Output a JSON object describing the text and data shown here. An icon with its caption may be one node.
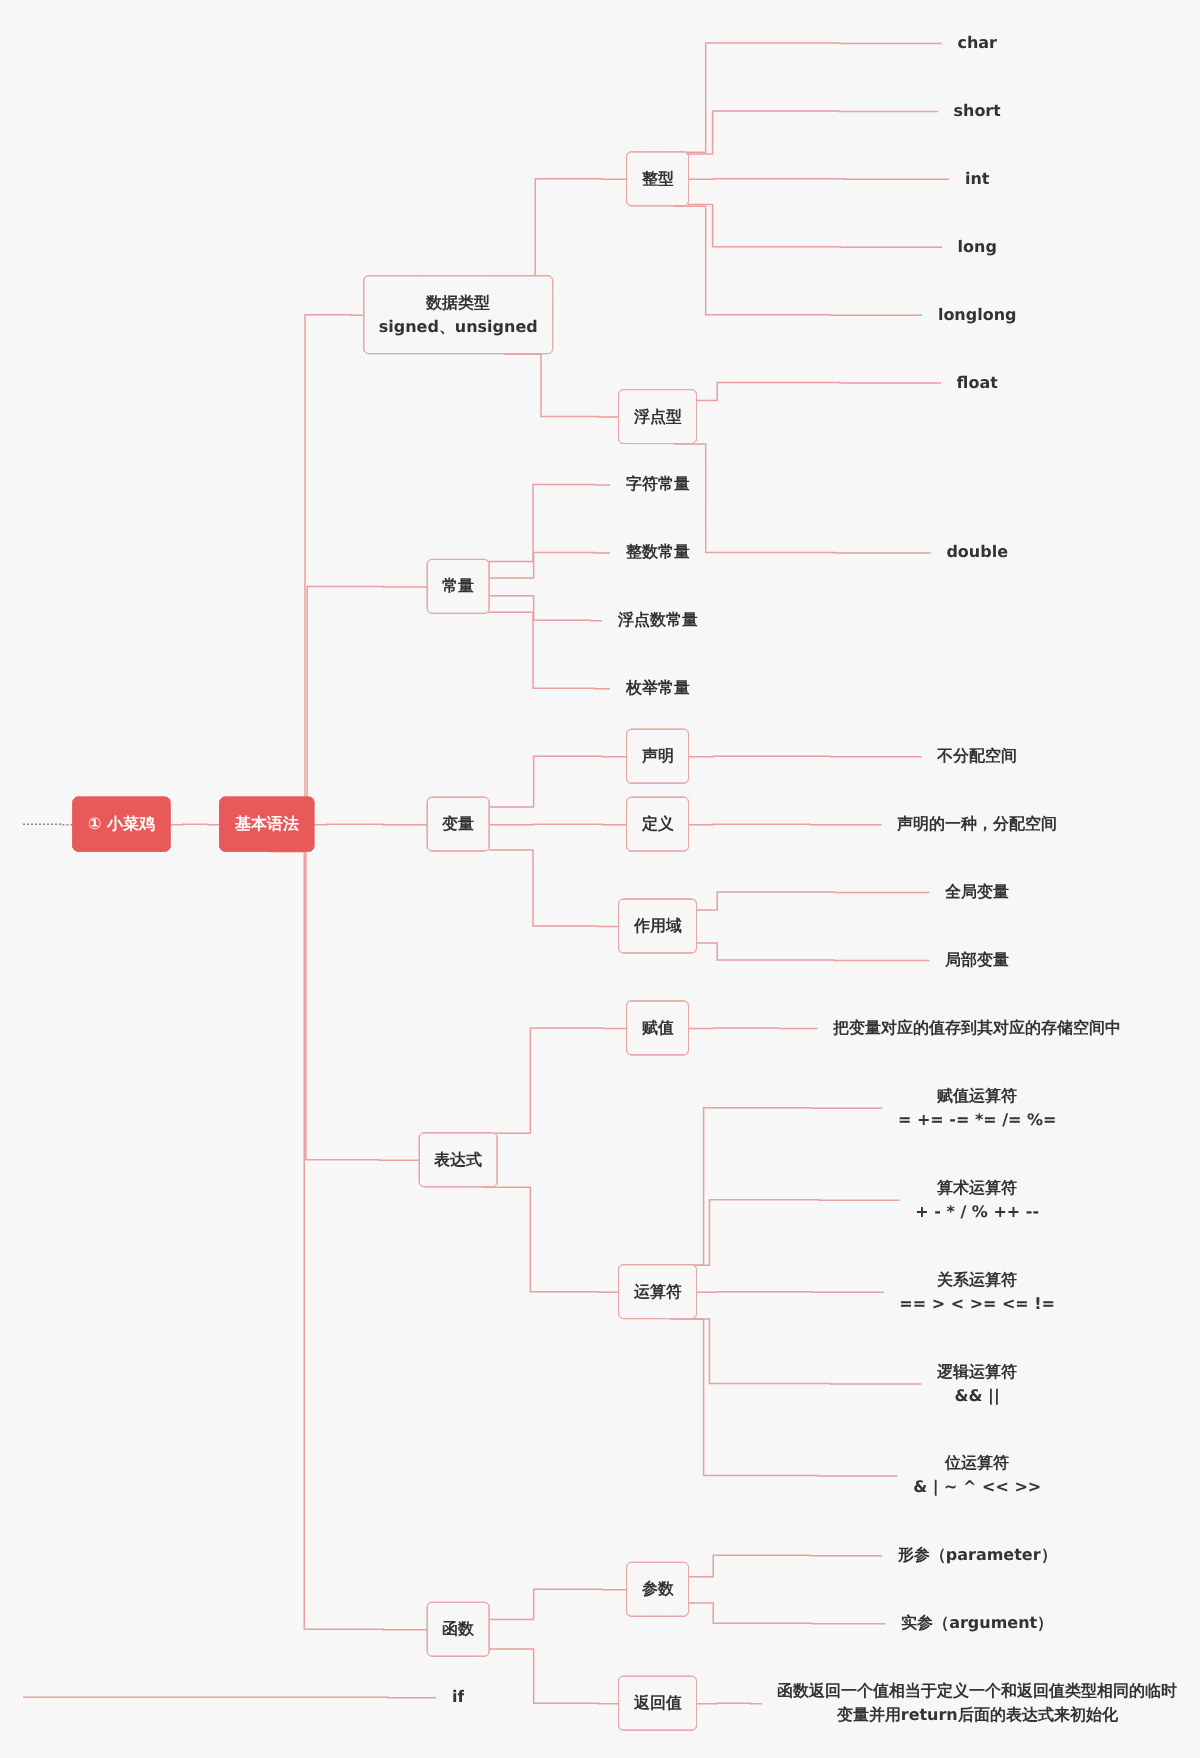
{
  "diagram": {
    "nodes": [
      {
        "text": [
          "① 小菜鸡"
        ]
      },
      {
        "text": [
          "基本语法"
        ]
      },
      {
        "text": [
          "数据类型",
          "signed、unsigned"
        ]
      },
      {
        "text": [
          "整型"
        ]
      },
      {
        "text": [
          "char"
        ]
      },
      {
        "text": [
          "short"
        ]
      },
      {
        "text": [
          "int"
        ]
      },
      {
        "text": [
          "long"
        ]
      },
      {
        "text": [
          "longlong"
        ]
      },
      {
        "text": [
          "浮点型"
        ]
      },
      {
        "text": [
          "float"
        ]
      },
      {
        "text": [
          "double"
        ]
      },
      {
        "text": [
          "常量"
        ]
      },
      {
        "text": [
          "字符常量"
        ]
      },
      {
        "text": [
          "整数常量"
        ]
      },
      {
        "text": [
          "浮点数常量"
        ]
      },
      {
        "text": [
          "枚举常量"
        ]
      },
      {
        "text": [
          "变量"
        ]
      },
      {
        "text": [
          "声明"
        ]
      },
      {
        "text": [
          "不分配空间"
        ]
      },
      {
        "text": [
          "定义"
        ]
      },
      {
        "text": [
          "声明的一种，分配空间"
        ]
      },
      {
        "text": [
          "作用域"
        ]
      },
      {
        "text": [
          "全局变量"
        ]
      },
      {
        "text": [
          "局部变量"
        ]
      },
      {
        "text": [
          "表达式"
        ]
      },
      {
        "text": [
          "赋值"
        ]
      },
      {
        "text": [
          "把变量对应的值存到其对应的存储空间中"
        ]
      },
      {
        "text": [
          "运算符"
        ]
      },
      {
        "text": [
          "赋值运算符",
          "=  +=  -=  *=  /=  %="
        ]
      },
      {
        "text": [
          "算术运算符",
          "+  -  *  /  %  ++  --"
        ]
      },
      {
        "text": [
          "关系运算符",
          "==  >  <  >=  <=  !="
        ]
      },
      {
        "text": [
          "逻辑运算符",
          "&&  ||"
        ]
      },
      {
        "text": [
          "位运算符",
          "&  |  ~  ^  <<  >>"
        ]
      },
      {
        "text": [
          "函数"
        ]
      },
      {
        "text": [
          "参数"
        ]
      },
      {
        "text": [
          "形参（parameter）"
        ]
      },
      {
        "text": [
          "实参（argument）"
        ]
      },
      {
        "text": [
          "返回值"
        ]
      },
      {
        "text": [
          "函数返回一个值相当于定义一个和返回值类型相同的临时变量并用return后面的表达式来初始化"
        ]
      },
      {
        "text": [
          "if"
        ]
      }
    ],
    "edges": [
      {
        "from": 0,
        "to": null,
        "arrow": "none",
        "style": "dashed",
        "color": "#888888"
      },
      {
        "from": 0,
        "to": 1,
        "arrow": "none"
      },
      {
        "from": 1,
        "to": 2,
        "arrow": "none"
      },
      {
        "from": 2,
        "to": 3,
        "arrow": "none"
      },
      {
        "from": 3,
        "to": 4,
        "arrow": "none"
      },
      {
        "from": 3,
        "to": 5,
        "arrow": "none"
      },
      {
        "from": 3,
        "to": 6,
        "arrow": "none"
      },
      {
        "from": 3,
        "to": 7,
        "arrow": "none"
      },
      {
        "from": 3,
        "to": 8,
        "arrow": "none"
      },
      {
        "from": 2,
        "to": 9,
        "arrow": "none"
      },
      {
        "from": 9,
        "to": 10,
        "arrow": "none"
      },
      {
        "from": 9,
        "to": 11,
        "arrow": "none"
      },
      {
        "from": 1,
        "to": 12,
        "arrow": "none"
      },
      {
        "from": 12,
        "to": 13,
        "arrow": "none"
      },
      {
        "from": 12,
        "to": 14,
        "arrow": "none"
      },
      {
        "from": 12,
        "to": 15,
        "arrow": "none"
      },
      {
        "from": 12,
        "to": 16,
        "arrow": "none"
      },
      {
        "from": 1,
        "to": 17,
        "arrow": "none"
      },
      {
        "from": 17,
        "to": 18,
        "arrow": "none"
      },
      {
        "from": 18,
        "to": 19,
        "arrow": "none"
      },
      {
        "from": 17,
        "to": 20,
        "arrow": "none"
      },
      {
        "from": 20,
        "to": 21,
        "arrow": "none"
      },
      {
        "from": 17,
        "to": 22,
        "arrow": "none"
      },
      {
        "from": 22,
        "to": 23,
        "arrow": "none"
      },
      {
        "from": 22,
        "to": 24,
        "arrow": "none"
      },
      {
        "from": 1,
        "to": 25,
        "arrow": "none"
      },
      {
        "from": 25,
        "to": 26,
        "arrow": "none"
      },
      {
        "from": 26,
        "to": 27,
        "arrow": "none"
      },
      {
        "from": 25,
        "to": 28,
        "arrow": "none"
      },
      {
        "from": 28,
        "to": 29,
        "arrow": "none"
      },
      {
        "from": 28,
        "to": 30,
        "arrow": "none"
      },
      {
        "from": 28,
        "to": 31,
        "arrow": "none"
      },
      {
        "from": 28,
        "to": 32,
        "arrow": "none"
      },
      {
        "from": 28,
        "to": 33,
        "arrow": "none"
      },
      {
        "from": 1,
        "to": 34,
        "arrow": "none"
      },
      {
        "from": 34,
        "to": 35,
        "arrow": "none"
      },
      {
        "from": 35,
        "to": 36,
        "arrow": "none"
      },
      {
        "from": 35,
        "to": 37,
        "arrow": "none"
      },
      {
        "from": 34,
        "to": 38,
        "arrow": "none"
      },
      {
        "from": 38,
        "to": 39,
        "arrow": "none"
      },
      {
        "from": null,
        "to": 40,
        "arrow": "none"
      }
    ]
  }
}
